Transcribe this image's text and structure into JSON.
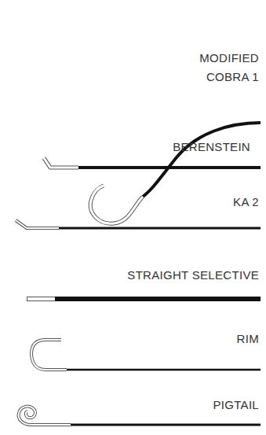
{
  "diagram": {
    "labels": [
      "MODIFIED COBRA 1",
      "BERENSTEIN",
      "KA 2",
      "STRAIGHT SELECTIVE",
      "RIM",
      "PIGTAIL"
    ]
  }
}
